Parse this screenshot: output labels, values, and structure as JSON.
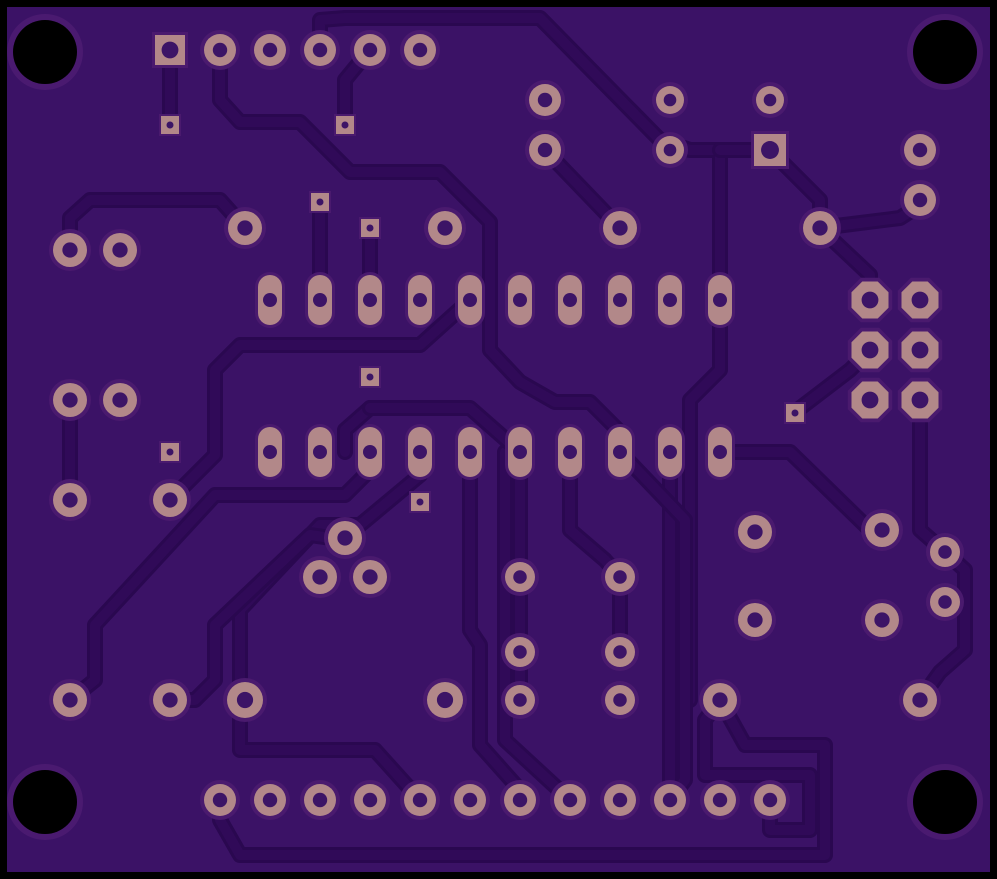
{
  "board": {
    "colors": {
      "outline": "#000000",
      "substrate": "#3b1266",
      "copper_fill": "#40106a",
      "trace": "#300a58",
      "trace_edge": "#2a0850",
      "pad": "#b28889",
      "pad_edge": "#4a1a6e",
      "drill": "#3c1466",
      "mount_hole": "#000000"
    },
    "icons": {
      "mount_hole": "mounting-hole-icon",
      "round_pad": "round-pad-icon",
      "square_pad": "square-pad-icon",
      "octagon_pad": "octagon-pad-icon",
      "oval_pad": "oval-pad-icon",
      "via": "via-icon"
    },
    "components": {
      "top_header_pins": 6,
      "bottom_header_pins": 12,
      "dip_ic_pins_per_row": 10,
      "octagon_header_pins": 6,
      "mounting_holes": 4
    }
  }
}
